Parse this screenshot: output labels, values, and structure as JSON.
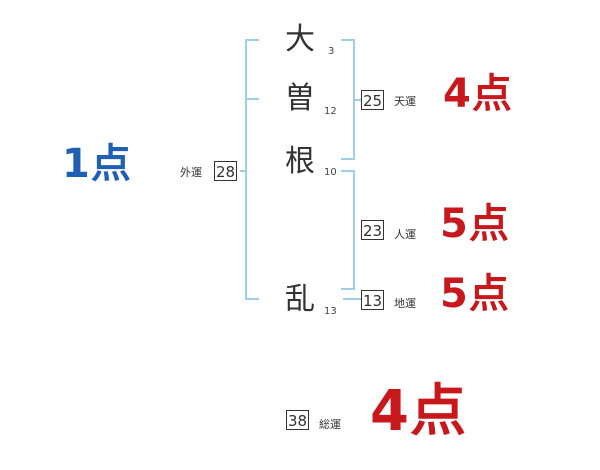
{
  "name_chars": [
    {
      "char": "大",
      "strokes": "3"
    },
    {
      "char": "曽",
      "strokes": "12"
    },
    {
      "char": "根",
      "strokes": "10"
    },
    {
      "char": "乱",
      "strokes": "13"
    }
  ],
  "fortunes": {
    "outer": {
      "label": "外運",
      "value": "28",
      "score": "1点"
    },
    "heaven": {
      "label": "天運",
      "value": "25",
      "score": "4点"
    },
    "person": {
      "label": "人運",
      "value": "23",
      "score": "5点"
    },
    "earth": {
      "label": "地運",
      "value": "13",
      "score": "5点"
    },
    "total": {
      "label": "総運",
      "value": "38",
      "score": "4点"
    }
  },
  "colors": {
    "score_red": "#c8181c",
    "score_blue": "#1f5fb4",
    "bracket": "#9fcfe8",
    "text": "#333333"
  }
}
